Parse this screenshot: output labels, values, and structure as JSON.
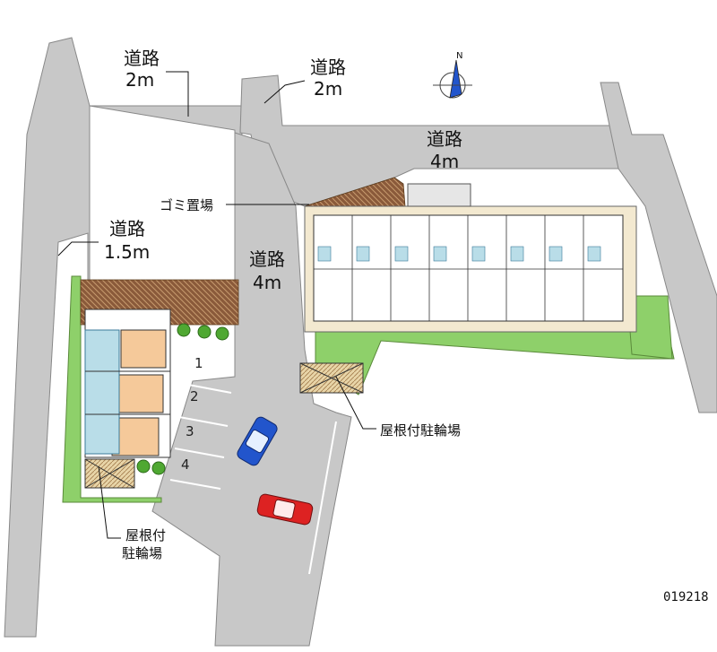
{
  "roads": {
    "top_left": {
      "name": "道路",
      "width": "2m"
    },
    "top_center": {
      "name": "道路",
      "width": "2m"
    },
    "top_right": {
      "name": "道路",
      "width": "4m"
    },
    "left": {
      "name": "道路",
      "width": "1.5m"
    },
    "center": {
      "name": "道路",
      "width": "4m"
    }
  },
  "facilities": {
    "garbage": "ゴミ置場",
    "bike_shelter_right": "屋根付駐輪場",
    "bike_shelter_left_line1": "屋根付",
    "bike_shelter_left_line2": "駐輪場"
  },
  "parking": {
    "spaces": [
      "1",
      "2",
      "3",
      "4"
    ]
  },
  "compass": {
    "label": "N"
  },
  "property_code": "019218",
  "colors": {
    "road": "#c8c8c8",
    "green": "#8ed06a",
    "wall": "#8a5a3a",
    "unit_floor": "#f5c99a",
    "car_blue": "#2255cc",
    "car_red": "#dd2222"
  }
}
